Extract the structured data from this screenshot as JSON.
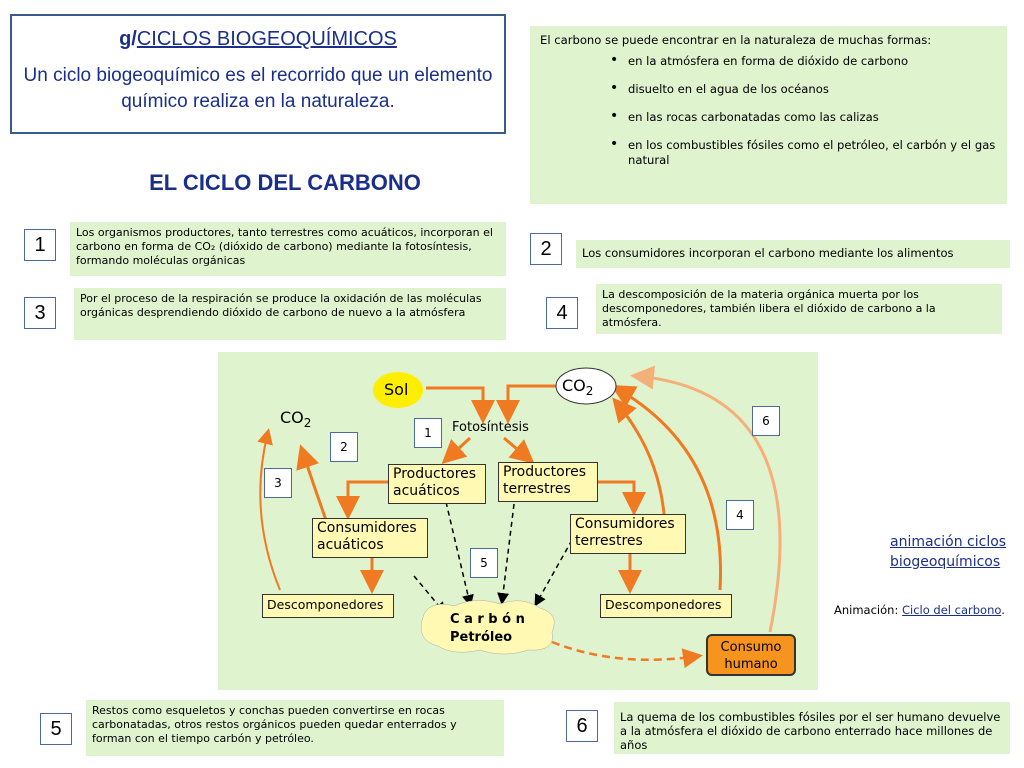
{
  "title": {
    "prefix": "g/",
    "main": "CICLOS BIOGEOQUÍMICOS",
    "definition": "Un ciclo biogeoquímico es el recorrido que un elemento químico realiza en la naturaleza."
  },
  "carbon_forms": {
    "intro": "El carbono se puede encontrar en la naturaleza de muchas formas:",
    "items": [
      "en la atmósfera en forma de dióxido de carbono",
      "disuelto en el agua de los océanos",
      "en las rocas carbonatadas como las calizas",
      "en los combustibles fósiles como el petróleo, el carbón y el gas natural"
    ]
  },
  "heading": "EL CICLO DEL CARBONO",
  "steps": [
    {
      "num": "1",
      "text": "Los organismos productores, tanto terrestres como acuáticos, incorporan el carbono en forma de CO₂ (dióxido de carbono) mediante la fotosíntesis, formando moléculas orgánicas"
    },
    {
      "num": "2",
      "text": "Los consumidores incorporan el carbono mediante los alimentos"
    },
    {
      "num": "3",
      "text": "Por el proceso de la respiración se produce la oxidación de las moléculas orgánicas desprendiendo dióxido de carbono de nuevo a la atmósfera"
    },
    {
      "num": "4",
      "text": "La descomposición de la materia orgánica muerta por los descomponedores, también libera el dióxido de carbono a la atmósfera."
    },
    {
      "num": "5",
      "text": "Restos como esqueletos y conchas pueden convertirse en rocas carbonatadas, otros restos orgánicos pueden quedar enterrados y forman con el tiempo carbón y petróleo."
    },
    {
      "num": "6",
      "text": "La quema de los combustibles fósiles por el ser humano devuelve a la atmósfera el dióxido de carbono enterrado hace millones de años"
    }
  ],
  "diagram": {
    "sol": "Sol",
    "co2_top": "CO",
    "co2_left": "CO",
    "sub2": "2",
    "fotosintesis": "Fotosíntesis",
    "productores_acuaticos": "Productores acuáticos",
    "productores_terrestres": "Productores terrestres",
    "consumidores_acuaticos": "Consumidores acuáticos",
    "consumidores_terrestres": "Consumidores terrestres",
    "descomponedores_left": "Descomponedores",
    "descomponedores_right": "Descomponedores",
    "carbon": "C a r b ó n",
    "petroleo": "Petróleo",
    "consumo_humano": "Consumo humano",
    "markers": [
      "1",
      "2",
      "3",
      "4",
      "5",
      "6"
    ],
    "colors": {
      "arrow": "#f07a22",
      "arrow_light": "#f5b07a",
      "sol": "#ffee00",
      "human": "#f7941e"
    }
  },
  "links": {
    "animacion_ciclos": "animación ciclos biogeoquímicos",
    "animacion_prefix": "Animación:",
    "ciclo_carbono": "Ciclo del carbono",
    "suffix": "."
  }
}
